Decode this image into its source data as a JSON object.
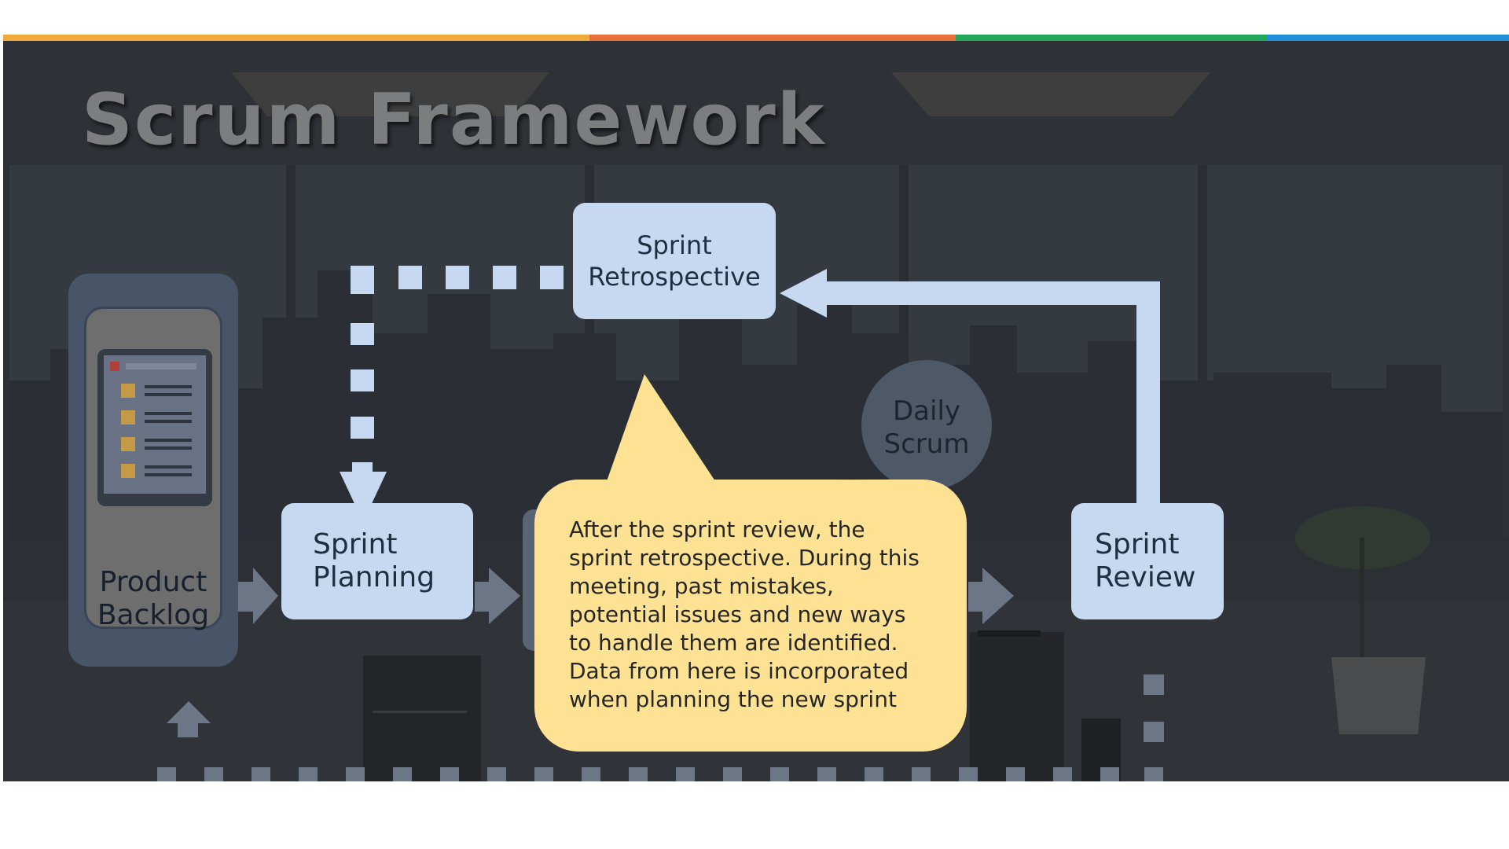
{
  "slide": {
    "title": "Scrum Framework",
    "accent_colors": [
      "#f0a93a",
      "#e8703a",
      "#24a65a",
      "#1e8fd8"
    ]
  },
  "diagram": {
    "nodes": {
      "product_backlog": "Product\nBacklog",
      "sprint_planning": "Sprint\nPlanning",
      "sprint_retrospective": "Sprint\nRetrospective",
      "sprint_review": "Sprint\nReview",
      "daily_scrum": "Daily\nScrum"
    },
    "edges": [
      {
        "from": "product_backlog",
        "to": "sprint_planning",
        "style": "solid"
      },
      {
        "from": "sprint_review",
        "to": "sprint_retrospective",
        "style": "solid"
      },
      {
        "from": "sprint_retrospective",
        "to": "sprint_planning",
        "style": "dotted"
      },
      {
        "from": "sprint_review",
        "to": "product_backlog",
        "style": "dotted"
      }
    ],
    "callout": "After the sprint review, the\nsprint retrospective. During this\nmeeting, past mistakes,\npotential issues and new ways\nto handle them are identified.\nData from here is incorporated\nwhen planning the new sprint",
    "colors": {
      "node_fill": "#c7d9f0",
      "callout_fill": "#fde293",
      "background": "#2e3136"
    }
  }
}
